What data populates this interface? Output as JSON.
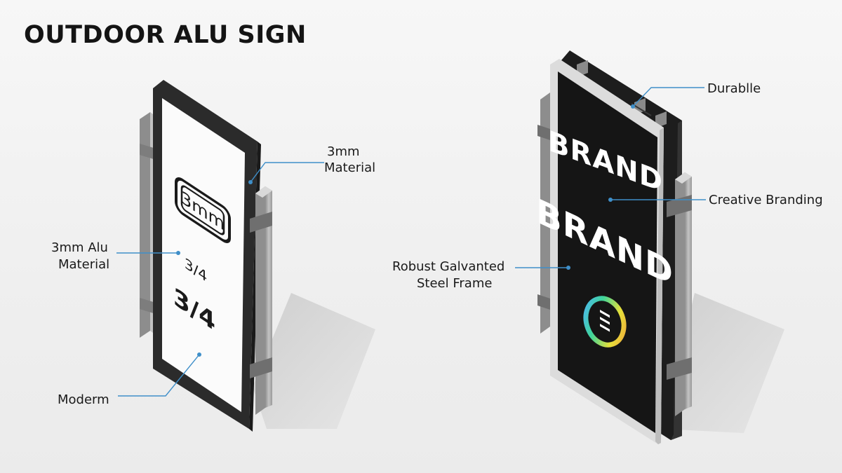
{
  "title": "OUTDOOR ALU SIGN",
  "left_sign": {
    "badge": "3mm",
    "fraction_small": "3/4",
    "fraction_large": "3/4",
    "labels": {
      "material_top_line1": "3mm",
      "material_top_line2": "Material",
      "alu_line1": "3mm Alu",
      "alu_line2": "Material",
      "modern": "Moderm"
    }
  },
  "right_sign": {
    "brand_top": "BRAND",
    "brand_bottom": "BRAND",
    "logo_icon": "ring-logo-icon",
    "labels": {
      "durable": "Durablle",
      "creative": "Creative Branding",
      "frame_line1": "Robust Galvanted",
      "frame_line2": "Steel Frame"
    }
  },
  "colors": {
    "leader": "#3f8fc9",
    "panel_dark": "#161616",
    "frame_dark": "#2a2a2a",
    "steel": "#a9a9a9",
    "shadow": "#d4d4d4"
  }
}
